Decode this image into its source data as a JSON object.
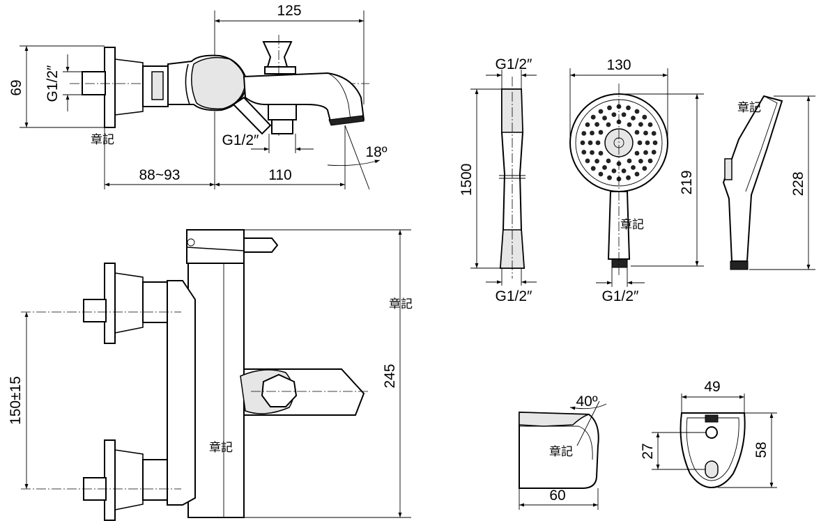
{
  "views": {
    "mixer_side": {
      "dims": {
        "width_top": "125",
        "height": "69",
        "inlet_thread": "G1/2″",
        "outlet_thread": "G1/2″",
        "offset": "88~93",
        "spout_length": "110",
        "angle": "18º"
      },
      "stamp": "章記"
    },
    "mixer_front": {
      "dims": {
        "center_distance": "150±15",
        "height": "245"
      },
      "stamp_right": "章記",
      "stamp_body": "章記"
    },
    "hose": {
      "dims": {
        "top_thread": "G1/2″",
        "length": "1500",
        "bottom_thread": "G1/2″"
      }
    },
    "hand_shower_front": {
      "dims": {
        "diameter": "130",
        "height": "219",
        "thread": "G1/2″"
      },
      "stamp": "章記"
    },
    "hand_shower_side": {
      "dims": {
        "height": "228"
      },
      "stamp": "章記"
    },
    "holder_side": {
      "dims": {
        "angle": "40º",
        "depth": "60"
      },
      "stamp": "章記"
    },
    "holder_back": {
      "dims": {
        "width": "49",
        "height": "58",
        "hole_height": "27"
      }
    }
  },
  "colors": {
    "line": "#000000",
    "background": "#ffffff",
    "shading": "#e6e6e6"
  }
}
